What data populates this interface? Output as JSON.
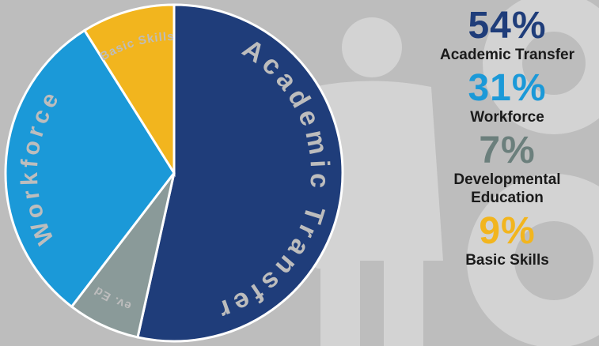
{
  "chart_data": {
    "type": "pie",
    "slices": [
      {
        "label": "Academic Transfer",
        "slice_label": "Academic Transfer",
        "value": 54,
        "color": "#1f3d7a"
      },
      {
        "label": "Developmental Education",
        "slice_label": "Dev. Ed.",
        "value": 7,
        "color": "#8a9a99"
      },
      {
        "label": "Workforce",
        "slice_label": "Workforce",
        "value": 31,
        "color": "#1b99d8"
      },
      {
        "label": "Basic Skills",
        "slice_label": "Basic Skills",
        "value": 9,
        "color": "#f2b51e"
      }
    ]
  },
  "stats": [
    {
      "percent": "54%",
      "label": "Academic Transfer",
      "color": "#1f3d7a"
    },
    {
      "percent": "31%",
      "label": "Workforce",
      "color": "#1b99d8"
    },
    {
      "percent": "7%",
      "label": "Developmental Education",
      "color": "#6b7f7c"
    },
    {
      "percent": "9%",
      "label": "Basic Skills",
      "color": "#f2b51e"
    }
  ]
}
